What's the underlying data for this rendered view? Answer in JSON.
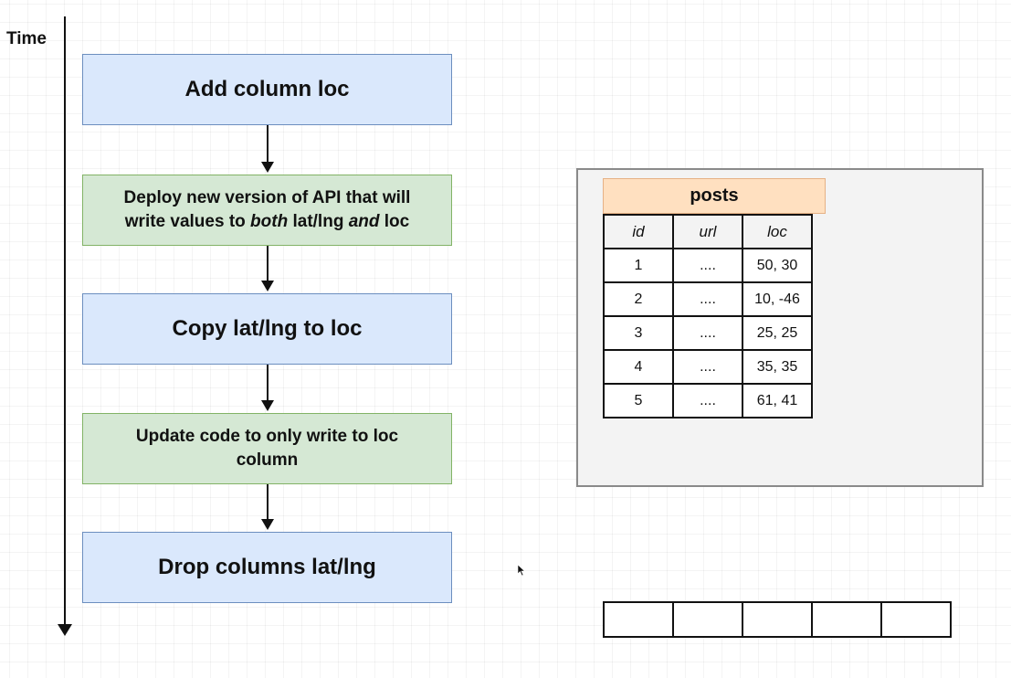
{
  "timeline": {
    "label": "Time"
  },
  "steps": [
    {
      "text": "Add column loc",
      "style": "blue"
    },
    {
      "line1": "Deploy new version of API that will",
      "line2_a": "write values to ",
      "line2_b": "both",
      "line2_c": " lat/lng ",
      "line2_d": "and",
      "line2_e": " loc",
      "style": "green"
    },
    {
      "text": "Copy lat/lng to loc",
      "style": "blue"
    },
    {
      "line1": "Update code to only write to loc",
      "line2": "column",
      "style": "green"
    },
    {
      "text": "Drop columns lat/lng",
      "style": "blue"
    }
  ],
  "posts_table": {
    "title": "posts",
    "columns": [
      "id",
      "url",
      "loc"
    ],
    "rows": [
      [
        "1",
        "....",
        "50, 30"
      ],
      [
        "2",
        "....",
        "10, -46"
      ],
      [
        "3",
        "....",
        "25, 25"
      ],
      [
        "4",
        "....",
        "35, 35"
      ],
      [
        "5",
        "....",
        "61, 41"
      ]
    ]
  },
  "empty_row": {
    "cells": 5
  },
  "colors": {
    "blue_fill": "#dae8fc",
    "blue_border": "#6c8ebf",
    "green_fill": "#d5e8d4",
    "green_border": "#82b366",
    "header_fill": "#ffe0c0",
    "container_fill": "#f3f3f3"
  },
  "icons": {
    "cursor": "mouse-pointer-icon"
  }
}
